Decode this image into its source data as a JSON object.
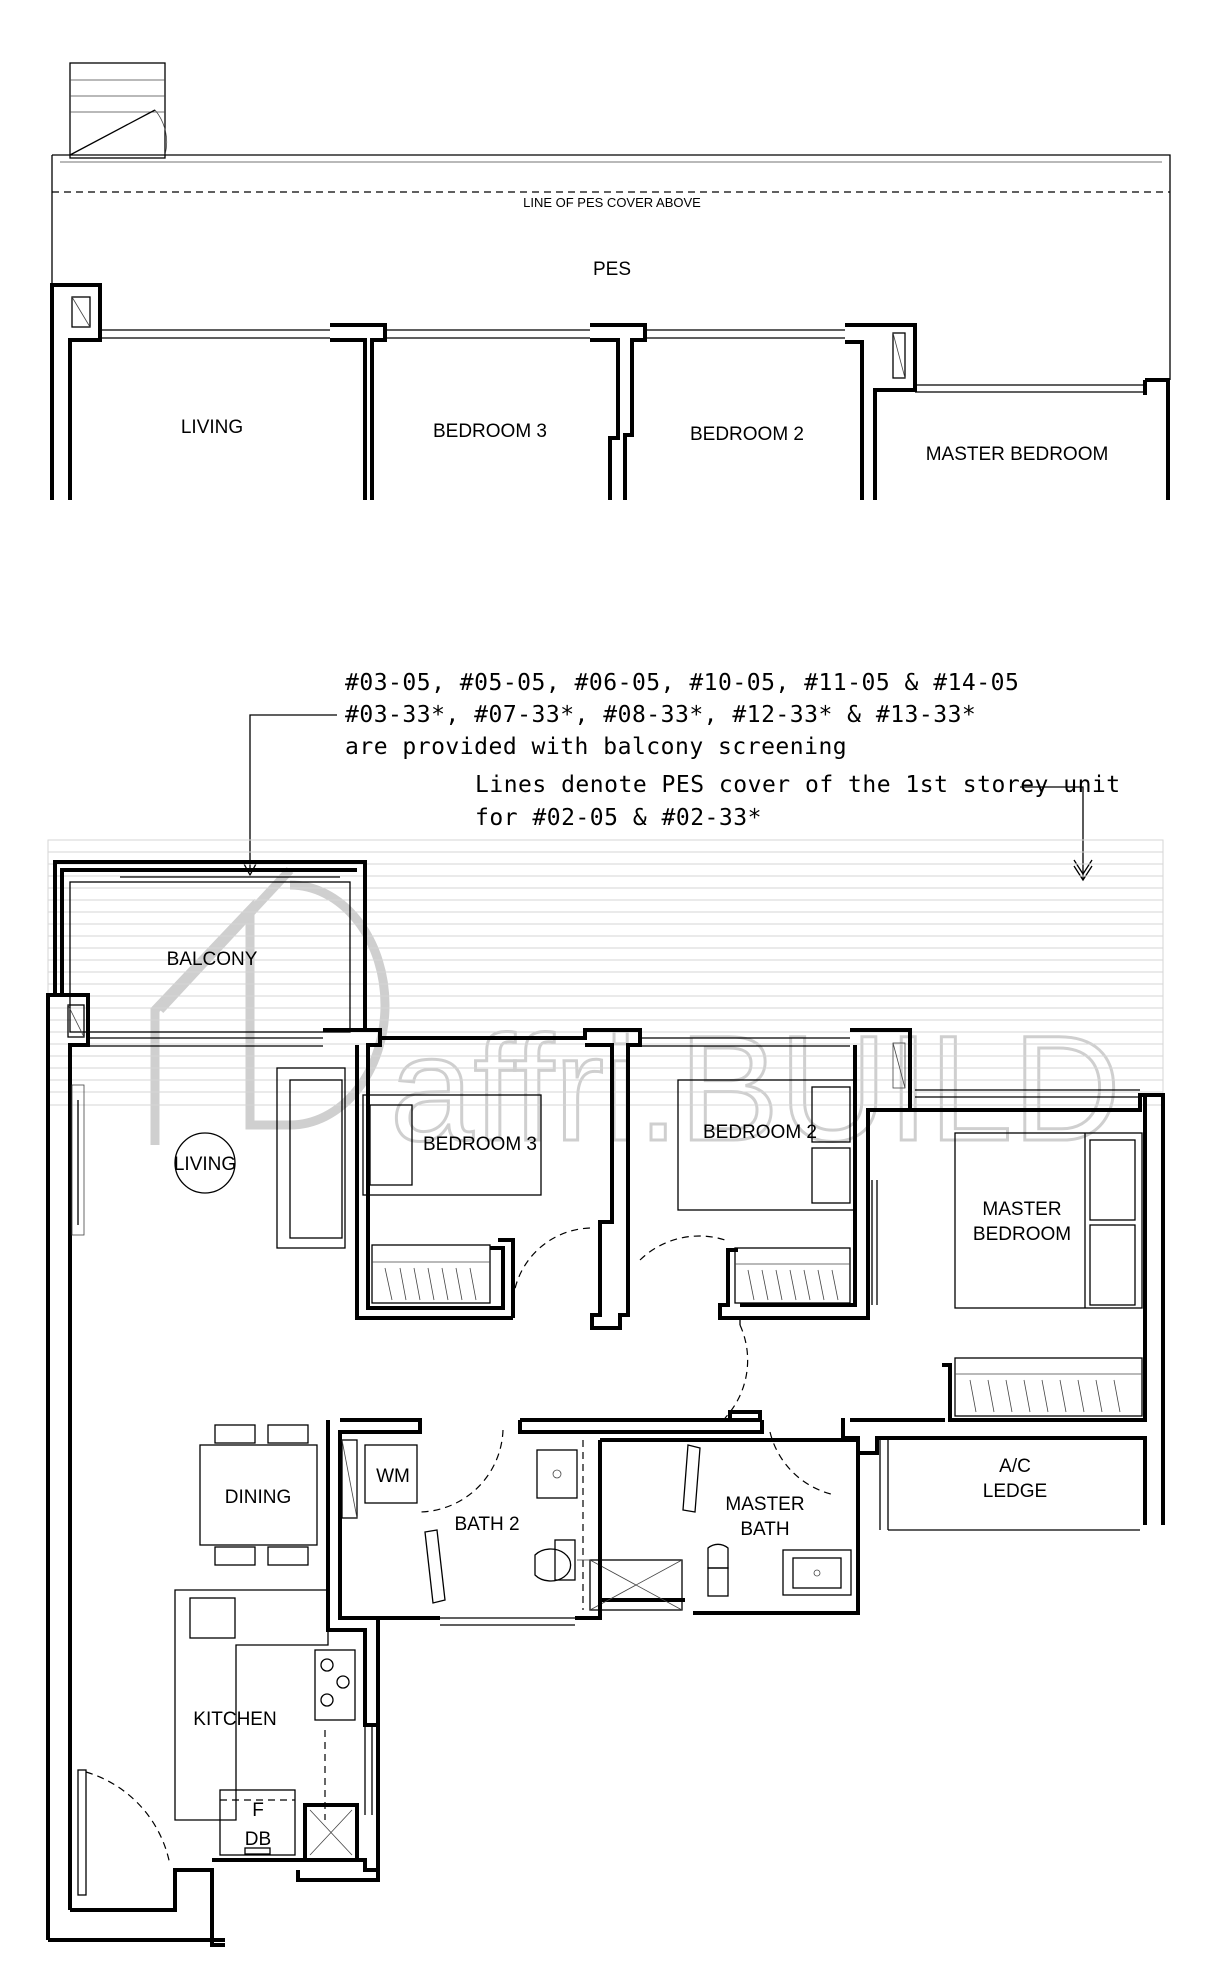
{
  "upper_plan": {
    "pes_cover_note": "LINE OF PES COVER ABOVE",
    "pes_label": "PES",
    "rooms": [
      "LIVING",
      "BEDROOM 3",
      "BEDROOM 2",
      "MASTER BEDROOM"
    ]
  },
  "notes": {
    "screening_line1": "#03-05, #05-05, #06-05, #10-05, #11-05 & #14-05",
    "screening_line2": "#03-33*, #07-33*, #08-33*, #12-33* & #13-33*",
    "screening_line3": "are provided with balcony screening",
    "pes_cover_line1": "Lines denote PES cover of the 1st storey unit",
    "pes_cover_line2": "for #02-05 & #02-33*"
  },
  "lower_plan": {
    "balcony": "BALCONY",
    "living": "LIVING",
    "bedroom3": "BEDROOM 3",
    "bedroom2": "BEDROOM 2",
    "master_bedroom_l1": "MASTER",
    "master_bedroom_l2": "BEDROOM",
    "dining": "DINING",
    "wm": "WM",
    "bath2": "BATH 2",
    "master_bath_l1": "MASTER",
    "master_bath_l2": "BATH",
    "ac_ledge_l1": "A/C",
    "ac_ledge_l2": "LEDGE",
    "kitchen": "KITCHEN",
    "fridge": "F",
    "db": "DB"
  },
  "watermark": {
    "text": "affri.BUILD"
  }
}
